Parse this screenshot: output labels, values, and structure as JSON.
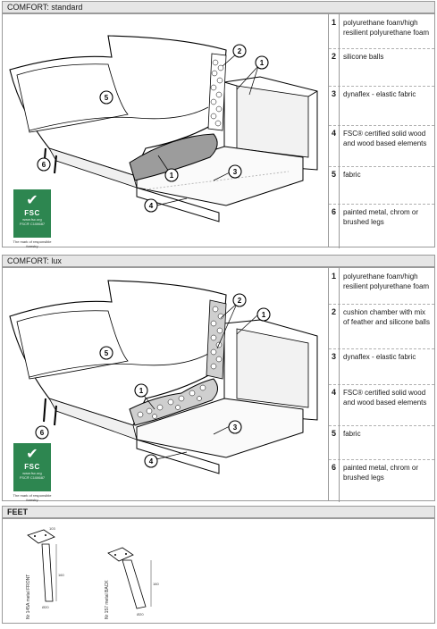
{
  "sections": [
    {
      "header": "COMFORT: standard",
      "fsc": {
        "logo_text": "FSC",
        "site": "www.fsc.org",
        "code": "FSC® C108687",
        "caption": "The mark of responsible forestry"
      },
      "legend": [
        {
          "num": "1",
          "text": "polyurethane foam/high resilient polyurethane foam"
        },
        {
          "num": "2",
          "text": "silicone balls"
        },
        {
          "num": "3",
          "text": "dynaflex - elastic fabric"
        },
        {
          "num": "4",
          "text": "FSC® certified solid wood and wood based elements"
        },
        {
          "num": "5",
          "text": "fabric"
        },
        {
          "num": "6",
          "text": "painted metal, chrom or brushed legs"
        }
      ]
    },
    {
      "header": "COMFORT: lux",
      "fsc": {
        "logo_text": "FSC",
        "site": "www.fsc.org",
        "code": "FSC® C108687",
        "caption": "The mark of responsible forestry"
      },
      "legend": [
        {
          "num": "1",
          "text": "polyurethane foam/high resilient polyurethane foam"
        },
        {
          "num": "2",
          "text": "cushion chamber with mix of feather and silicone balls"
        },
        {
          "num": "3",
          "text": "dynaflex - elastic fabric"
        },
        {
          "num": "4",
          "text": "FSC® certified solid wood and wood based elements"
        },
        {
          "num": "5",
          "text": "fabric"
        },
        {
          "num": "6",
          "text": "painted metal, chrom or brushed legs"
        }
      ]
    }
  ],
  "feet": {
    "header": "FEET",
    "items": [
      {
        "label": "Nr 145A metal FRONT",
        "dim_width": "Ø20",
        "dim_height": "160",
        "dim_top": "103"
      },
      {
        "label": "Nr 157 metal BACK",
        "dim_width": "Ø20",
        "dim_height": "160",
        "dim_top": ""
      }
    ]
  }
}
